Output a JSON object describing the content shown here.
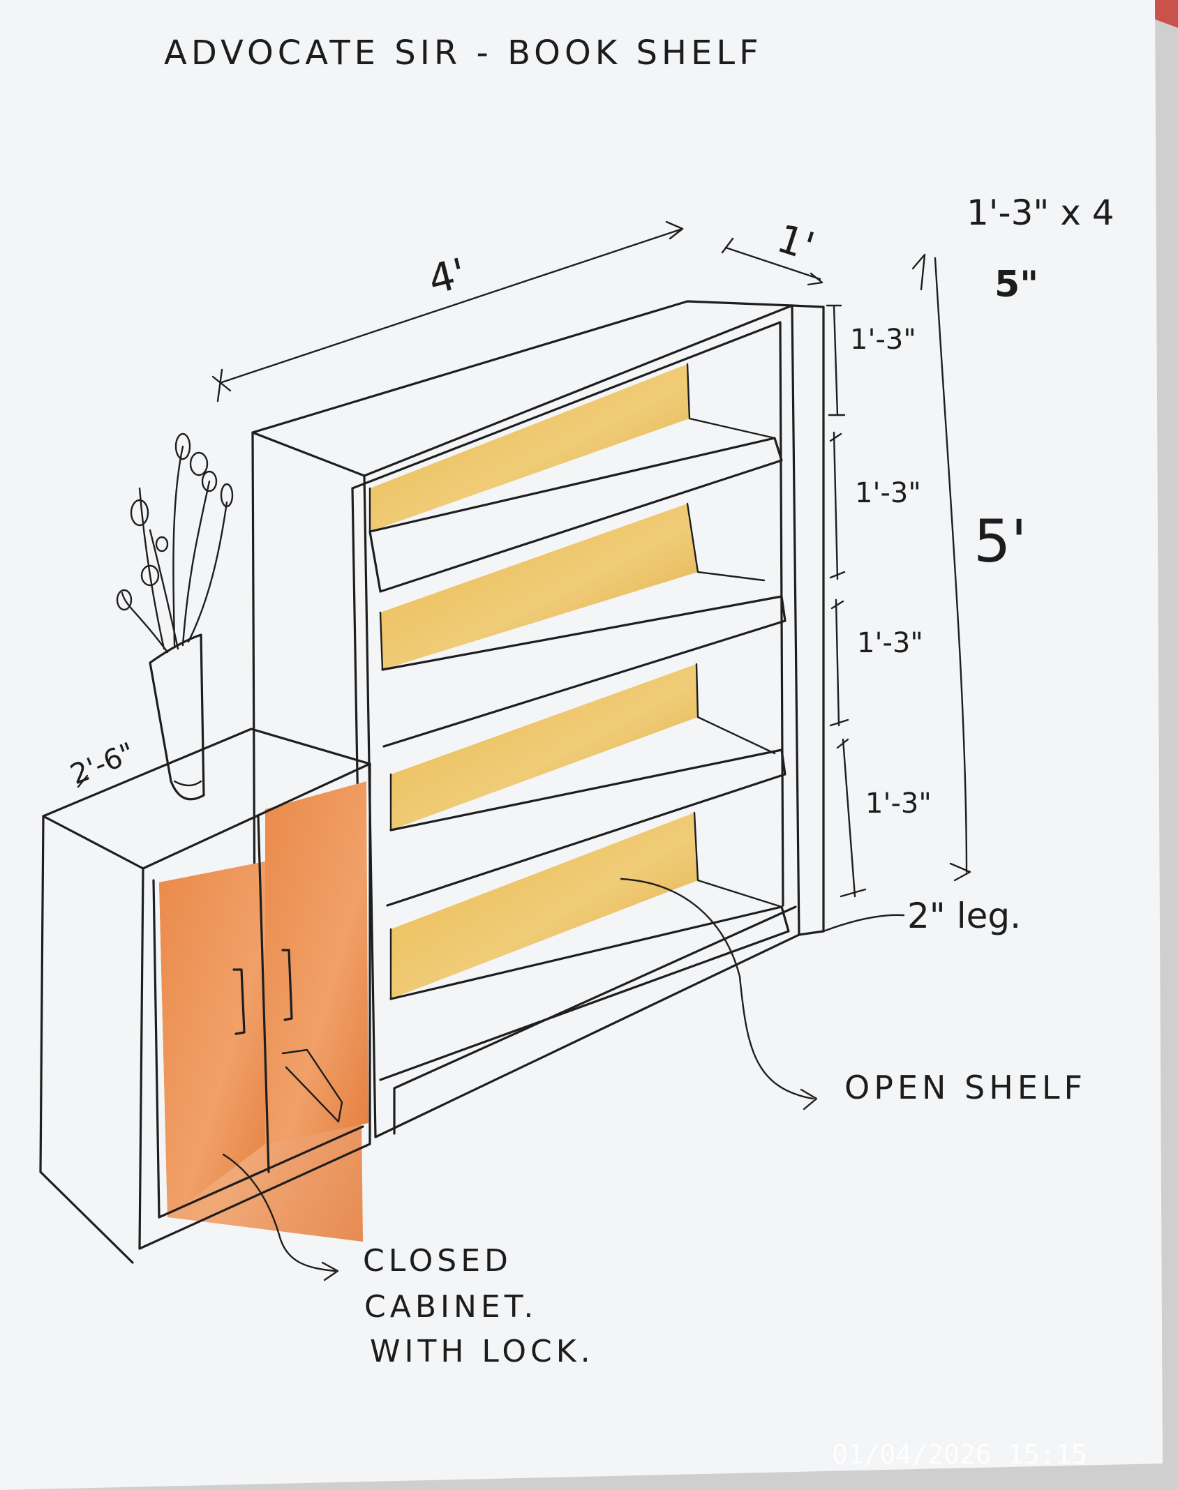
{
  "title": "ADVOCATE SIR - BOOK SHELF",
  "dimensions": {
    "width": "4'",
    "depth": "1'",
    "height": "5'",
    "shelf_spacing_summary": "1'-3\" x 4",
    "leg_inches": "5\"",
    "shelf_spacings": [
      "1'-3\"",
      "1'-3\"",
      "1'-3\"",
      "1'-3\""
    ],
    "leg": "2\" leg.",
    "cabinet_height": "2'-6\""
  },
  "callouts": {
    "open_shelf": "OPEN SHELF",
    "closed_cabinet": [
      "CLOSED",
      "CABINET.",
      "WITH LOCK."
    ]
  },
  "timestamp": "01/04/2026  15:15",
  "colors": {
    "shelf_back": "#e3b24a",
    "cabinet_door": "#e8894d",
    "ink": "#1e1e1e",
    "paper": "#f4f5f7"
  }
}
